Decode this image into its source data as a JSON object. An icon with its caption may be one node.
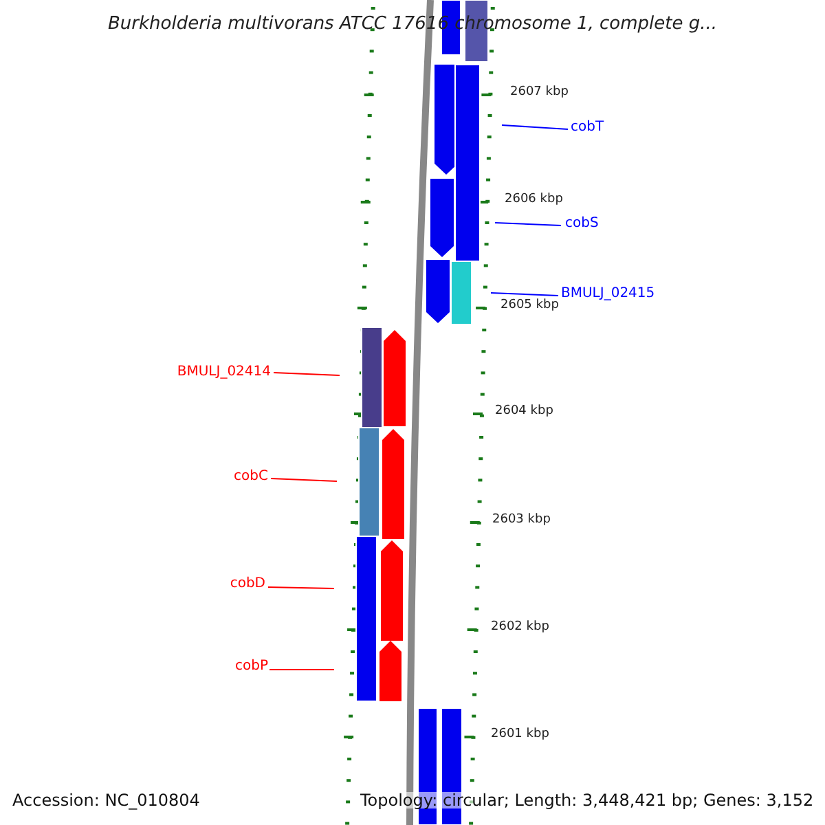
{
  "diagram": {
    "title": "Burkholderia multivorans ATCC 17616 chromosome 1, complete g...",
    "nodes": [
      {
        "text": [
          "cobT"
        ]
      },
      {
        "text": [
          "cobS"
        ]
      },
      {
        "text": [
          "BMULJ_02415"
        ]
      },
      {
        "text": [
          "BMULJ_02414"
        ]
      },
      {
        "text": [
          "cobC"
        ]
      },
      {
        "text": [
          "cobD"
        ]
      },
      {
        "text": [
          "cobP"
        ]
      }
    ],
    "edges": [
      {
        "from": 0,
        "to": null,
        "arrow": "none",
        "color": "#0000ff"
      },
      {
        "from": 1,
        "to": null,
        "arrow": "none",
        "color": "#0000ff"
      },
      {
        "from": 2,
        "to": null,
        "arrow": "none",
        "color": "#0000ff"
      },
      {
        "from": 3,
        "to": null,
        "arrow": "none"
      },
      {
        "from": 4,
        "to": null,
        "arrow": "none"
      },
      {
        "from": 5,
        "to": null,
        "arrow": "none"
      },
      {
        "from": 6,
        "to": null,
        "arrow": "none"
      }
    ],
    "labels": [
      "2607 kbp",
      "2606 kbp",
      "2605 kbp",
      "2604 kbp",
      "2603 kbp",
      "2602 kbp",
      "2601 kbp",
      "Accession: NC_010804",
      "Topology: circular; Length: 3,448,421 bp; Genes: 3,152"
    ]
  }
}
